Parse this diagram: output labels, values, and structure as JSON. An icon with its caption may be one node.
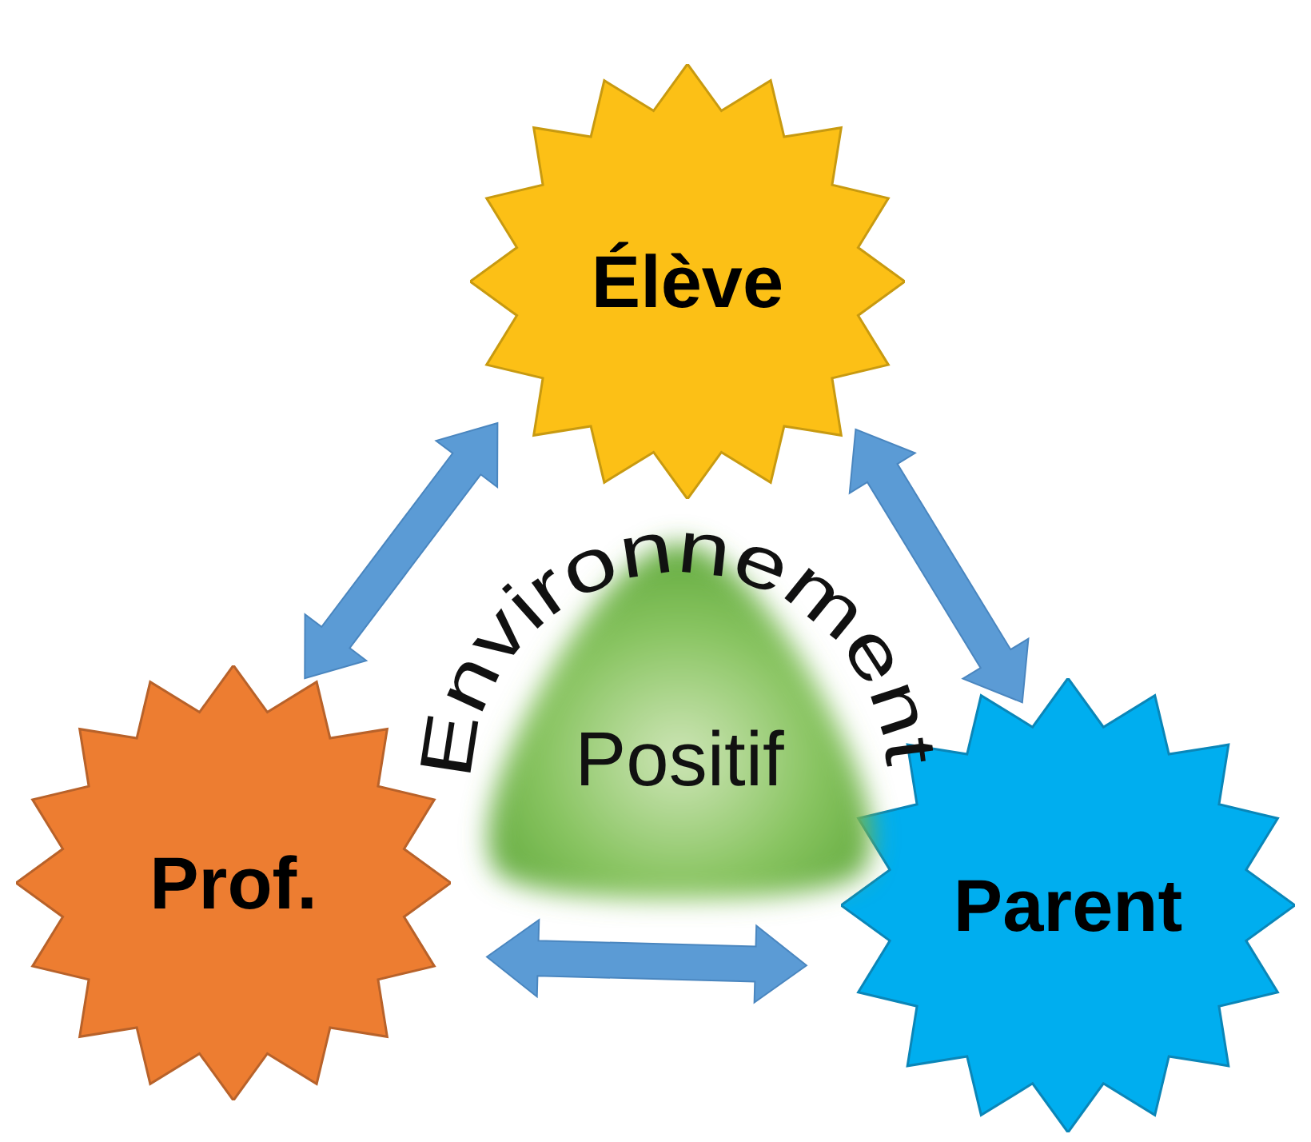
{
  "diagram": {
    "nodes": [
      {
        "text": [
          "Élève"
        ]
      },
      {
        "text": [
          "Prof."
        ]
      },
      {
        "text": [
          "Parent"
        ]
      },
      {
        "text": [
          "Environnement",
          "Positif"
        ]
      }
    ],
    "edges": [
      {
        "from": 0,
        "to": 1,
        "arrow": "both"
      },
      {
        "from": 0,
        "to": 2,
        "arrow": "both"
      },
      {
        "from": 1,
        "to": 2,
        "arrow": "both"
      }
    ]
  }
}
